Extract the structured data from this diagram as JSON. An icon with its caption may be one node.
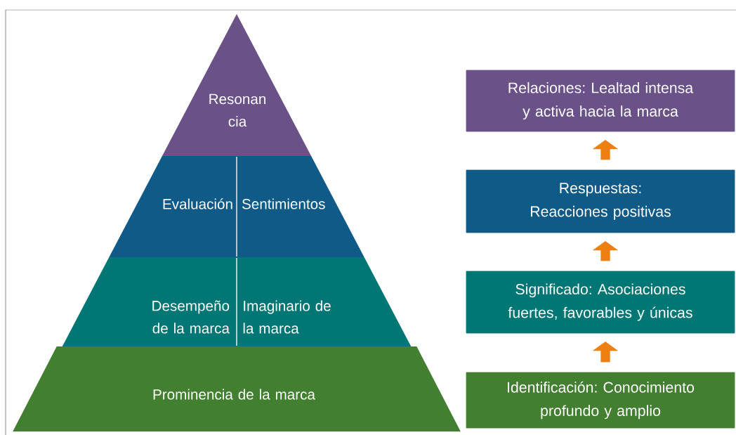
{
  "diagram": {
    "nodes": [
      {
        "text": [
          "Resonan cia"
        ]
      },
      {
        "text": [
          "Evaluación"
        ]
      },
      {
        "text": [
          "Sentimientos"
        ]
      },
      {
        "text": [
          "Desempeño de la marca"
        ]
      },
      {
        "text": [
          "Imaginario de la marca"
        ]
      },
      {
        "text": [
          "Prominencia de la marca"
        ]
      },
      {
        "text": [
          "Relaciones: Lealtad intensa y activa hacia la marca"
        ]
      },
      {
        "text": [
          "Respuestas: Reacciones positivas"
        ]
      },
      {
        "text": [
          "Significado: Asociaciones fuertes, favorables y únicas"
        ]
      },
      {
        "text": [
          "Identificación: Conocimiento profundo y amplio"
        ]
      }
    ],
    "edges": [
      {
        "from": 9,
        "to": 8,
        "arrow": "to"
      },
      {
        "from": 8,
        "to": 7,
        "arrow": "to"
      },
      {
        "from": 7,
        "to": 6,
        "arrow": "to"
      }
    ]
  }
}
